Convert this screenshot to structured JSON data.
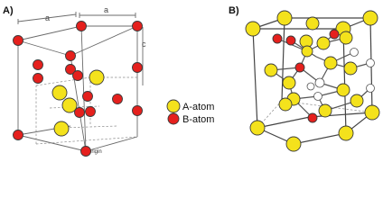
{
  "panels": {
    "a_label": "A)",
    "b_label": "B)"
  },
  "dimension_labels": {
    "left_a": "a",
    "right_a": "a",
    "side_c": "c",
    "origin": "origin"
  },
  "legend": {
    "a_atom": "A-atom",
    "b_atom": "B-atom"
  },
  "colors": {
    "a_atom": "#f4e21c",
    "b_atom": "#e5201d",
    "interstitial": "#ffffff"
  }
}
